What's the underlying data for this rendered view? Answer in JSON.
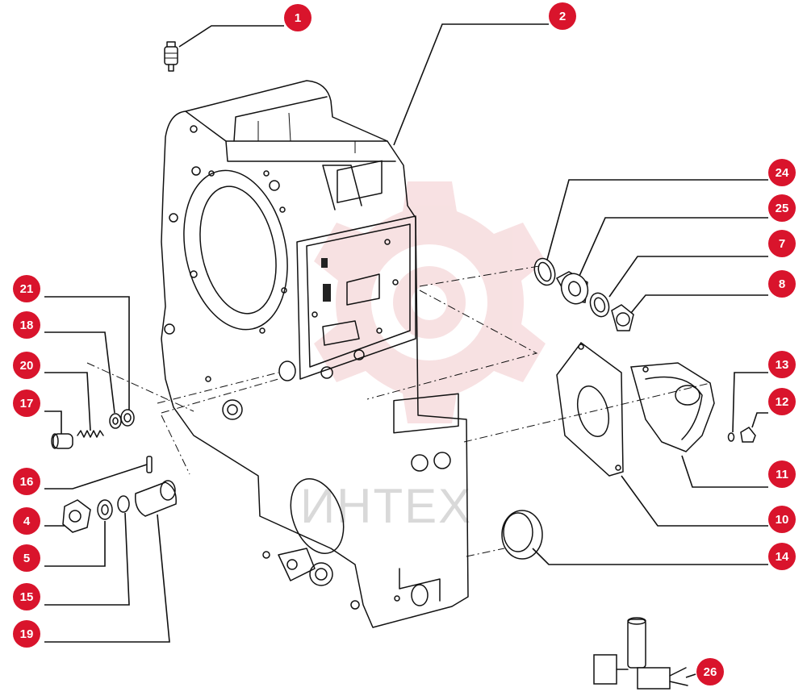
{
  "watermark": {
    "text": "ИНТЕХ",
    "color": "#f2c9cc"
  },
  "callouts": [
    {
      "id": "1",
      "label": "1"
    },
    {
      "id": "2",
      "label": "2"
    },
    {
      "id": "24",
      "label": "24"
    },
    {
      "id": "25",
      "label": "25"
    },
    {
      "id": "7",
      "label": "7"
    },
    {
      "id": "8",
      "label": "8"
    },
    {
      "id": "13",
      "label": "13"
    },
    {
      "id": "12",
      "label": "12"
    },
    {
      "id": "11",
      "label": "11"
    },
    {
      "id": "10",
      "label": "10"
    },
    {
      "id": "14",
      "label": "14"
    },
    {
      "id": "21",
      "label": "21"
    },
    {
      "id": "18",
      "label": "18"
    },
    {
      "id": "20",
      "label": "20"
    },
    {
      "id": "17",
      "label": "17"
    },
    {
      "id": "16",
      "label": "16"
    },
    {
      "id": "4",
      "label": "4"
    },
    {
      "id": "5",
      "label": "5"
    },
    {
      "id": "15",
      "label": "15"
    },
    {
      "id": "19",
      "label": "19"
    },
    {
      "id": "26",
      "label": "26"
    }
  ],
  "colors": {
    "badge": "#d9142c",
    "line": "#111111"
  }
}
